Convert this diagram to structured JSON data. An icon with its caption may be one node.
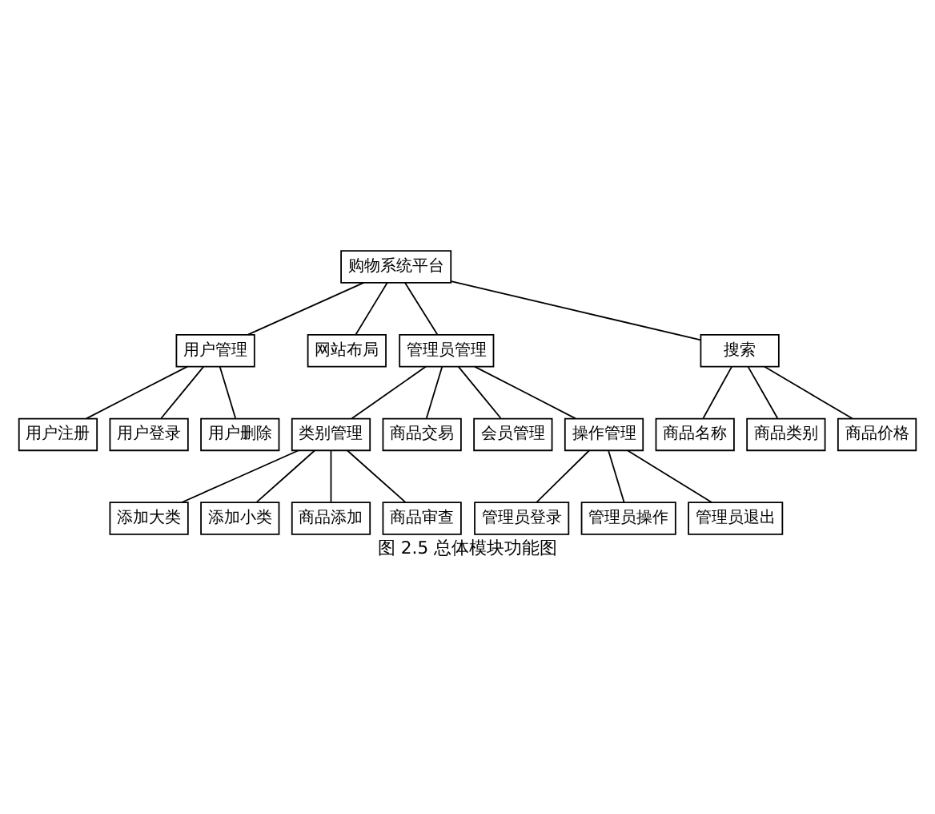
{
  "diagram": {
    "caption": "图 2.5 总体模块功能图",
    "nodes": [
      {
        "text": [
          "购物系统平台"
        ]
      },
      {
        "text": [
          "用户管理"
        ]
      },
      {
        "text": [
          "网站布局"
        ]
      },
      {
        "text": [
          "管理员管理"
        ]
      },
      {
        "text": [
          "搜索"
        ]
      },
      {
        "text": [
          "用户注册"
        ]
      },
      {
        "text": [
          "用户登录"
        ]
      },
      {
        "text": [
          "用户删除"
        ]
      },
      {
        "text": [
          "类别管理"
        ]
      },
      {
        "text": [
          "商品交易"
        ]
      },
      {
        "text": [
          "会员管理"
        ]
      },
      {
        "text": [
          "操作管理"
        ]
      },
      {
        "text": [
          "商品名称"
        ]
      },
      {
        "text": [
          "商品类别"
        ]
      },
      {
        "text": [
          "商品价格"
        ]
      },
      {
        "text": [
          "添加大类"
        ]
      },
      {
        "text": [
          "添加小类"
        ]
      },
      {
        "text": [
          "商品添加"
        ]
      },
      {
        "text": [
          "商品审查"
        ]
      },
      {
        "text": [
          "管理员登录"
        ]
      },
      {
        "text": [
          "管理员操作"
        ]
      },
      {
        "text": [
          "管理员退出"
        ]
      }
    ],
    "edges": [
      {
        "from": 0,
        "to": 1,
        "arrow": "none"
      },
      {
        "from": 0,
        "to": 2,
        "arrow": "none"
      },
      {
        "from": 0,
        "to": 3,
        "arrow": "none"
      },
      {
        "from": 0,
        "to": 4,
        "arrow": "none"
      },
      {
        "from": 1,
        "to": 5,
        "arrow": "none"
      },
      {
        "from": 1,
        "to": 6,
        "arrow": "none"
      },
      {
        "from": 1,
        "to": 7,
        "arrow": "none"
      },
      {
        "from": 3,
        "to": 8,
        "arrow": "none"
      },
      {
        "from": 3,
        "to": 9,
        "arrow": "none"
      },
      {
        "from": 3,
        "to": 10,
        "arrow": "none"
      },
      {
        "from": 3,
        "to": 11,
        "arrow": "none"
      },
      {
        "from": 4,
        "to": 12,
        "arrow": "none"
      },
      {
        "from": 4,
        "to": 13,
        "arrow": "none"
      },
      {
        "from": 4,
        "to": 14,
        "arrow": "none"
      },
      {
        "from": 8,
        "to": 15,
        "arrow": "none"
      },
      {
        "from": 8,
        "to": 16,
        "arrow": "none"
      },
      {
        "from": 8,
        "to": 17,
        "arrow": "none"
      },
      {
        "from": 8,
        "to": 18,
        "arrow": "none"
      },
      {
        "from": 11,
        "to": 19,
        "arrow": "none"
      },
      {
        "from": 11,
        "to": 20,
        "arrow": "none"
      },
      {
        "from": 11,
        "to": 21,
        "arrow": "none"
      }
    ]
  }
}
